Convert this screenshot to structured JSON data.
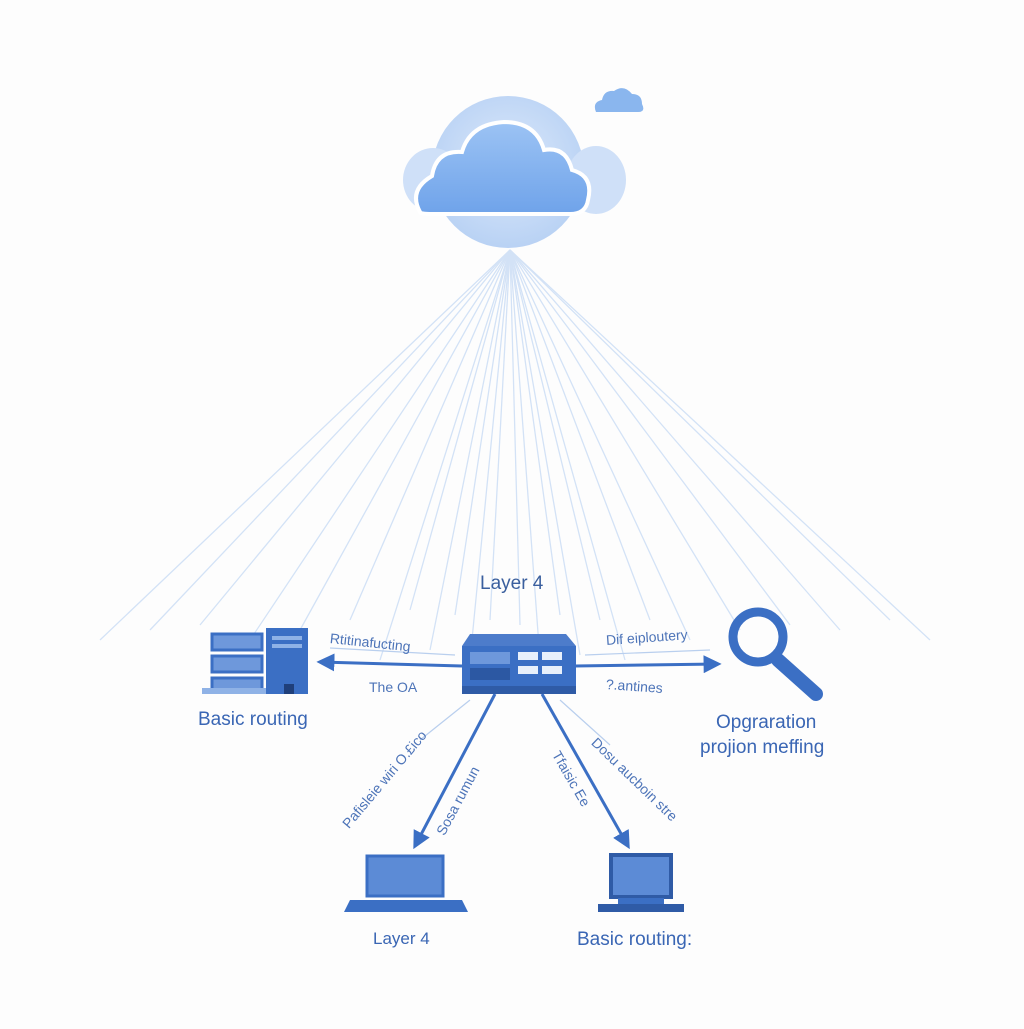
{
  "diagram": {
    "center_label": "Layer 4",
    "nodes": {
      "server": "Basic routing",
      "magnifier": [
        "Opgraration",
        "projion meffing"
      ],
      "laptop_left": "Layer 4",
      "laptop_right": "Basic routing:"
    },
    "edge_labels": {
      "left_upper": "Rtitinafucting",
      "left_lower": "The OA",
      "right_upper": "Dif eiploutery",
      "right_lower": "?.antines",
      "down_left_outer": "Pafisleie wiri O.£ico",
      "down_left_inner": "Sosa rumun",
      "down_right_inner": "Tfaisic Ee",
      "down_right_outer": "Dosu aucboin stre"
    },
    "colors": {
      "primary": "#3b6fc4",
      "light": "#c9dcf5",
      "cloud": "#7fb0ef",
      "cloud_halo": "#c3d9f6",
      "rays": "#c8dbf4"
    }
  }
}
